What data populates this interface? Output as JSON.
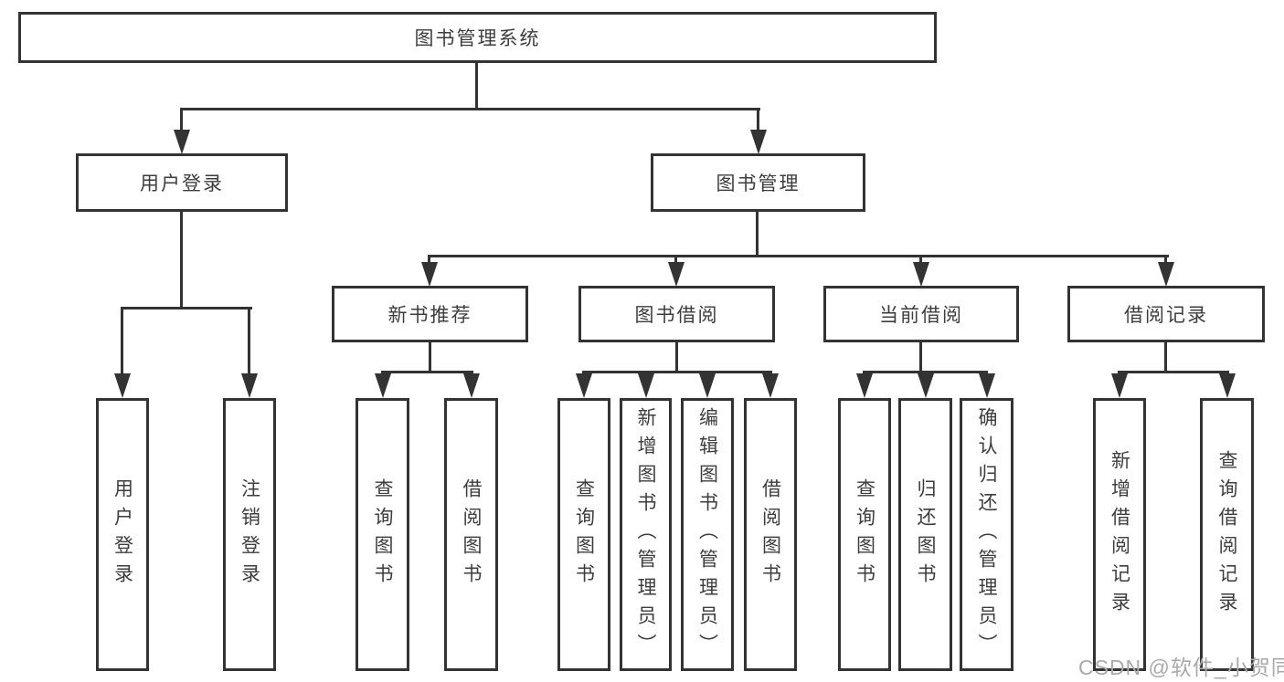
{
  "diagram": {
    "tree": {
      "label": "图书管理系统",
      "children": [
        {
          "label": "用户登录",
          "children": [
            {
              "label": "用户登录"
            },
            {
              "label": "注销登录"
            }
          ]
        },
        {
          "label": "图书管理",
          "children": [
            {
              "label": "新书推荐",
              "children": [
                {
                  "label": "查询图书"
                },
                {
                  "label": "借阅图书"
                }
              ]
            },
            {
              "label": "图书借阅",
              "children": [
                {
                  "label": "查询图书"
                },
                {
                  "label": "新增图书（管理员）"
                },
                {
                  "label": "编辑图书（管理员）"
                },
                {
                  "label": "借阅图书"
                }
              ]
            },
            {
              "label": "当前借阅",
              "children": [
                {
                  "label": "查询图书"
                },
                {
                  "label": "归还图书"
                },
                {
                  "label": "确认归还（管理员）"
                }
              ]
            },
            {
              "label": "借阅记录",
              "children": [
                {
                  "label": "新增借阅记录"
                },
                {
                  "label": "查询借阅记录"
                }
              ]
            }
          ]
        }
      ]
    }
  },
  "watermark": {
    "text": "CSDN @软件_小贺同学"
  },
  "colors": {
    "line": "#333333",
    "text": "#3d3d3d",
    "watermark": "#a9a9a9",
    "background": "#ffffff"
  }
}
